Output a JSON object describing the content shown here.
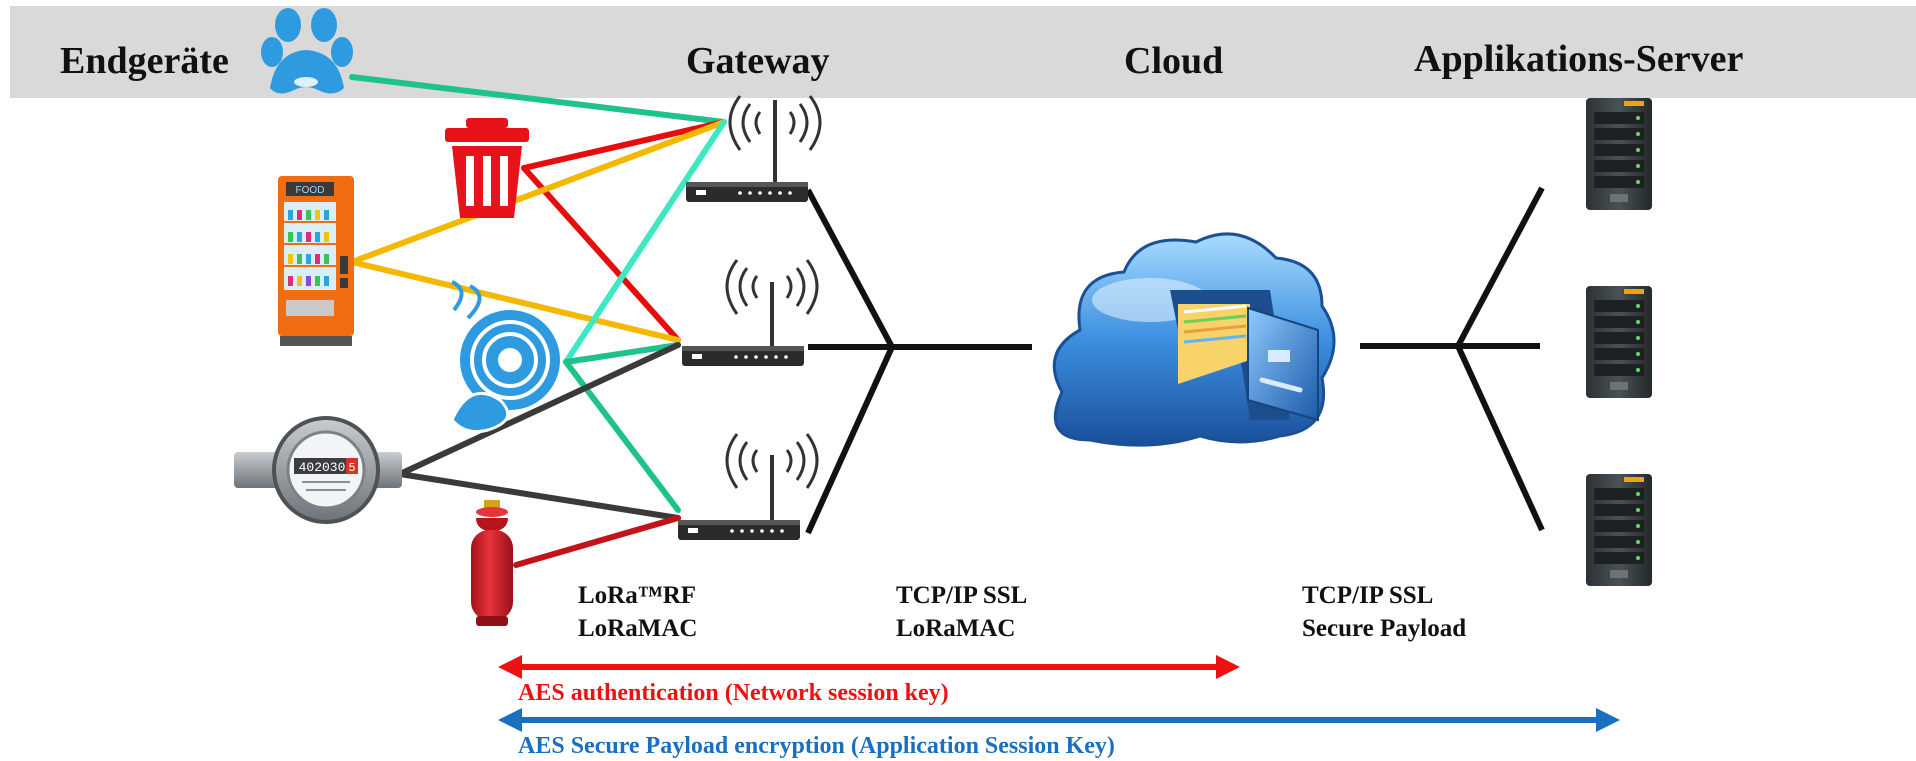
{
  "header": {
    "col_endgeraete": "Endgeräte",
    "col_gateway": "Gateway",
    "col_cloud": "Cloud",
    "col_server": "Applikations-Server"
  },
  "devices": [
    {
      "name": "pet-tracker",
      "icon": "paw-icon"
    },
    {
      "name": "waste-bin",
      "icon": "trash-bin-icon"
    },
    {
      "name": "vending-machine",
      "icon": "vending-machine-icon",
      "display_text": "FOOD"
    },
    {
      "name": "smoke-detector",
      "icon": "smoke-detector-icon"
    },
    {
      "name": "water-meter",
      "icon": "water-meter-icon",
      "display_text": "402030",
      "display_digit": "5"
    },
    {
      "name": "gas-cylinder",
      "icon": "gas-cylinder-icon"
    }
  ],
  "protocols": {
    "device_gateway": {
      "line1": "LoRa™RF",
      "line2": "LoRaMAC"
    },
    "gateway_cloud": {
      "line1": "TCP/IP SSL",
      "line2": "LoRaMAC"
    },
    "cloud_server": {
      "line1": "TCP/IP SSL",
      "line2": "Secure Payload"
    }
  },
  "security": {
    "network": {
      "label": "AES authentication (Network session key)",
      "color": "#ee1111"
    },
    "application": {
      "label": "AES Secure Payload encryption (Application Session Key)",
      "color": "#1a6fbf"
    }
  },
  "colors": {
    "header_band": "#d9d9d9",
    "link_green": "#1fc28c",
    "link_red": "#e60d0d",
    "link_yellow": "#f5b800",
    "link_cyan": "#3de8c2",
    "link_dark": "#3a3a3a",
    "link_darkred": "#c4121a",
    "backhaul": "#111111"
  }
}
